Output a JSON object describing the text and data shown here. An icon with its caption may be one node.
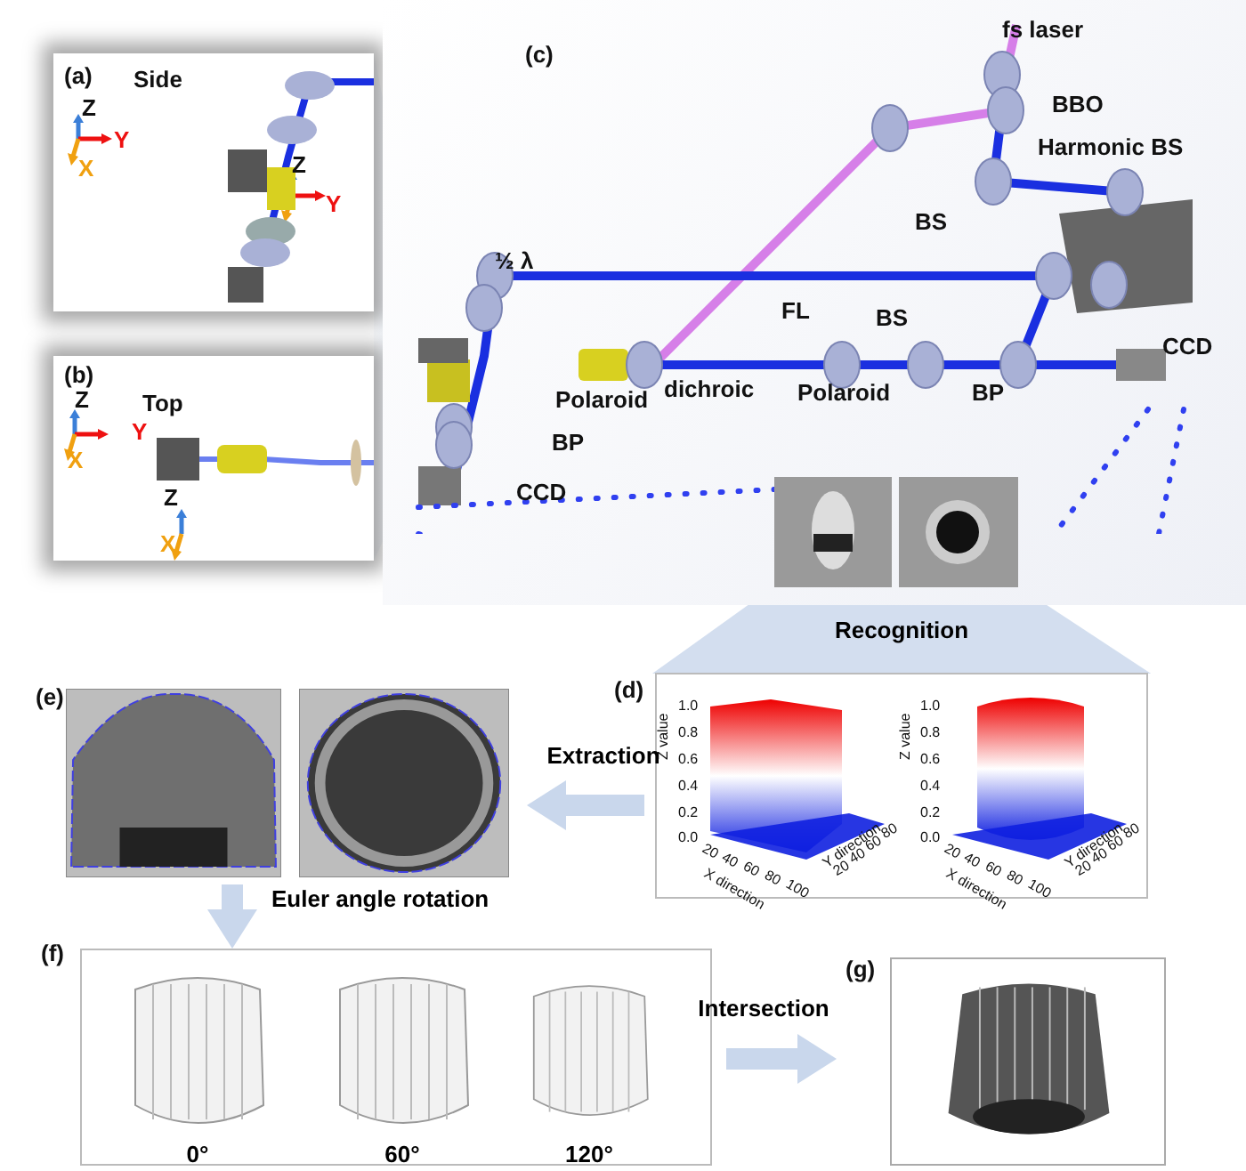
{
  "diagram": {
    "nodes": [
      {
        "text": [
          "(a)",
          "Side",
          "Z",
          "Y",
          "X",
          "Z",
          "Y"
        ]
      },
      {
        "text": [
          "(b)",
          "Z",
          "Top",
          "Y",
          "X",
          "Z",
          "X"
        ]
      },
      {
        "text": [
          "(c)",
          "fs laser",
          "BBO",
          "Harmonic BS",
          "BS",
          "½ λ",
          "FL",
          "BS",
          "CCD",
          "Polaroid",
          "dichroic",
          "Polaroid",
          "BP",
          "BP",
          "CCD"
        ]
      },
      {
        "text": [],
        "shape": "picture",
        "in": 2
      },
      {
        "text": [
          "(d)"
        ]
      },
      {
        "text": [
          "1.0",
          "0.8",
          "0.6",
          "0.4",
          "0.2",
          "0.0",
          "Z value",
          "20",
          "40",
          "60",
          "80",
          "100",
          "X direction",
          "20",
          "40",
          "60",
          "80",
          "Y direction"
        ],
        "in": 4
      },
      {
        "text": [
          "1.0",
          "0.8",
          "0.6",
          "0.4",
          "0.2",
          "0.0",
          "Z value",
          "20",
          "40",
          "60",
          "80",
          "100",
          "X direction",
          "20",
          "40",
          "60",
          "80",
          "Y direction"
        ],
        "in": 4
      },
      {
        "text": [
          "(e)"
        ]
      },
      {
        "text": [],
        "shape": "picture",
        "in": 7
      },
      {
        "text": [],
        "shape": "picture",
        "in": 7
      },
      {
        "text": [
          "(f)"
        ]
      },
      {
        "text": [],
        "shape": "picture",
        "in": 10,
        "beside": [
          "0°"
        ]
      },
      {
        "text": [],
        "shape": "picture",
        "in": 10,
        "beside": [
          "60°"
        ]
      },
      {
        "text": [],
        "shape": "picture",
        "in": 10,
        "beside": [
          "120°"
        ]
      },
      {
        "text": [
          "(g)"
        ]
      },
      {
        "text": [],
        "shape": "picture",
        "in": 14
      }
    ],
    "edges": [
      {
        "from": 3,
        "to": 4,
        "arrow": "none",
        "label": "Recognition"
      },
      {
        "from": 4,
        "to": 7,
        "arrow": "to",
        "label": "Extraction"
      },
      {
        "from": 7,
        "to": 10,
        "arrow": "to",
        "label": "Euler angle rotation"
      },
      {
        "from": 10,
        "to": 14,
        "arrow": "to",
        "label": "Intersection"
      }
    ]
  }
}
